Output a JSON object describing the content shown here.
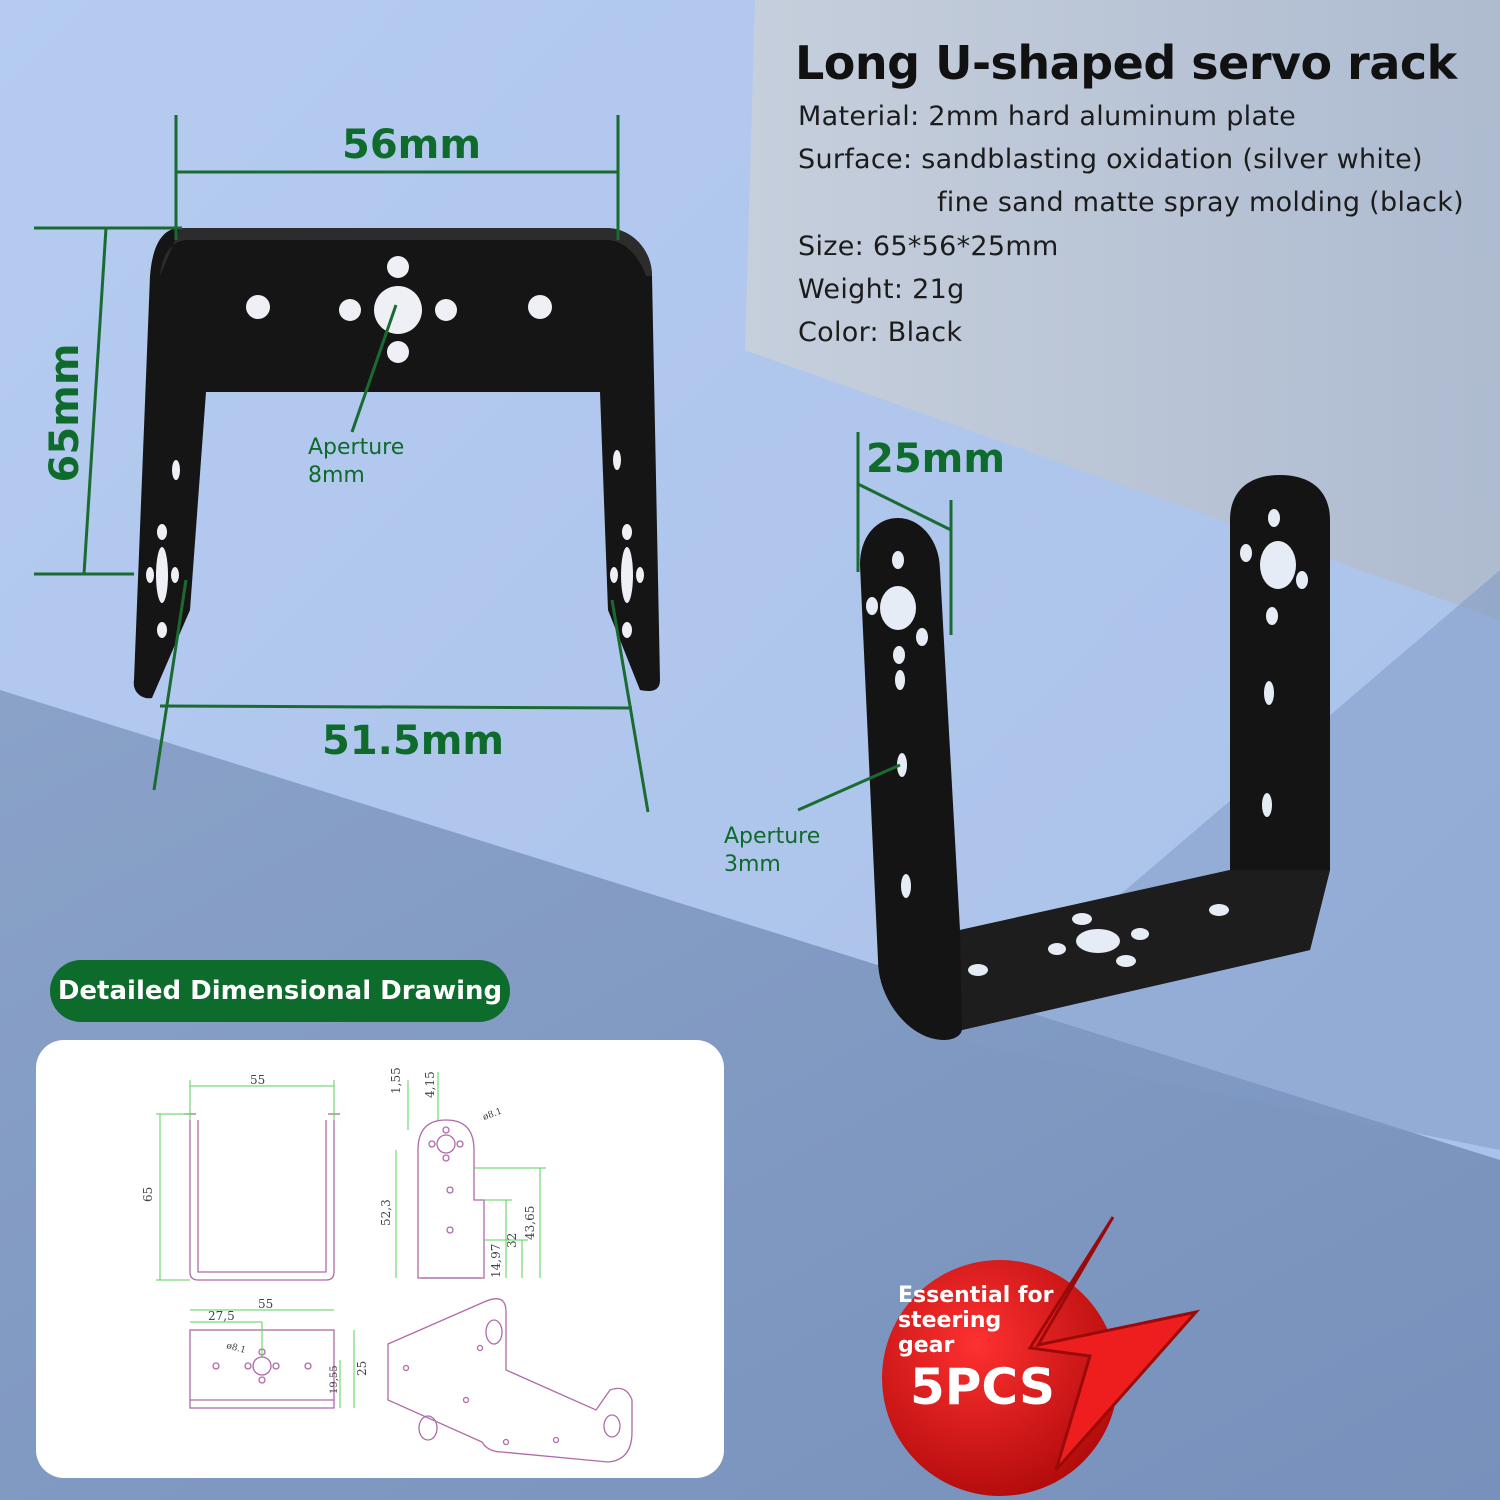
{
  "title": "Long U-shaped servo rack",
  "specs": [
    "Material:  2mm hard aluminum plate",
    "Surface:  sandblasting oxidation (silver white)",
    "fine sand matte spray molding (black)",
    "Size:  65*56*25mm",
    "Weight:  21g",
    "Color:  Black"
  ],
  "dimensions": {
    "top_width": "56mm",
    "height": "65mm",
    "bottom_width": "51.5mm",
    "depth": "25mm"
  },
  "apertures": {
    "large_line1": "Aperture",
    "large_line2": "8mm",
    "small_line1": "Aperture",
    "small_line2": "3mm"
  },
  "drawing": {
    "heading": "Detailed Dimensional Drawing",
    "labels": {
      "front_width": "55",
      "front_height": "65",
      "side_top_a": "1,55",
      "side_top_b": "4,15",
      "side_hole": "ø8.1",
      "side_h1": "52,3",
      "side_h2": "14,97",
      "side_h3": "32",
      "side_h4": "43,65",
      "bottom_half": "27,5",
      "bottom_width": "55",
      "bottom_depth": "25",
      "bottom_inner": "19,55",
      "bottom_hole": "ø8.1"
    }
  },
  "badge": {
    "line1": "Essential for",
    "line2": "steering",
    "line3": "gear",
    "quantity": "5PCS"
  },
  "colors": {
    "dimension_green": "#0e6b2c",
    "badge_red": "#d51a1a",
    "pill_green": "#0d6b2b"
  }
}
